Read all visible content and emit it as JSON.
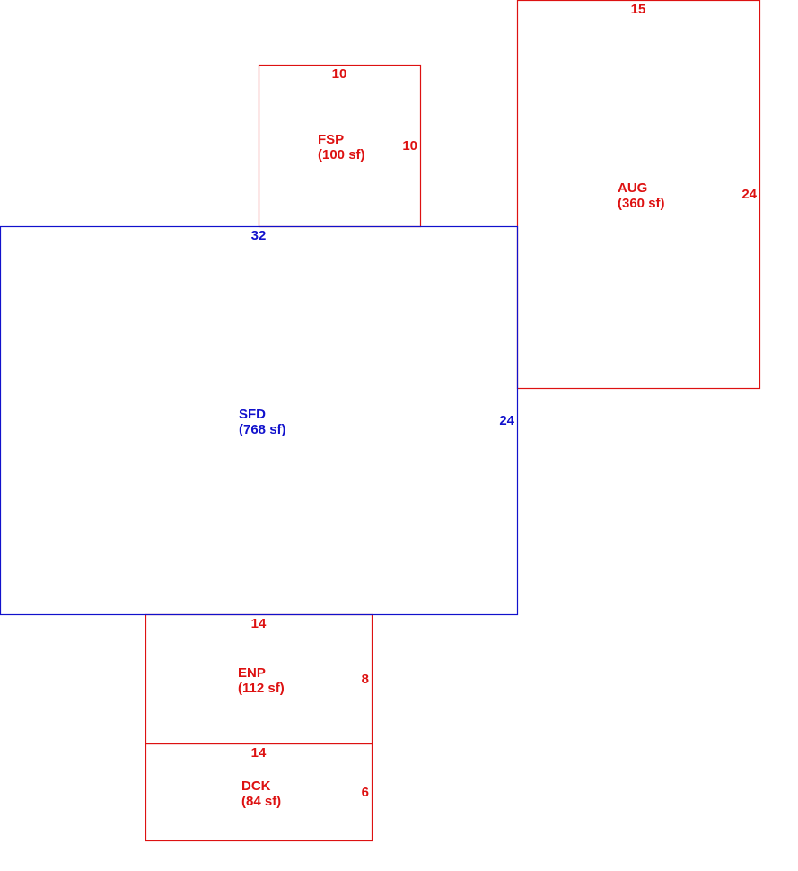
{
  "sections": [
    {
      "code": "FSP",
      "area": "(100 sf)",
      "width_ft": 10,
      "depth_ft": 10,
      "top_dim": "10",
      "side_dim": "10",
      "color": "#dd1111"
    },
    {
      "code": "AUG",
      "area": "(360 sf)",
      "width_ft": 15,
      "depth_ft": 24,
      "top_dim": "15",
      "side_dim": "24",
      "color": "#dd1111"
    },
    {
      "code": "SFD",
      "area": "(768 sf)",
      "width_ft": 32,
      "depth_ft": 24,
      "top_dim": "32",
      "side_dim": "24",
      "color": "#1111cc"
    },
    {
      "code": "ENP",
      "area": "(112 sf)",
      "width_ft": 14,
      "depth_ft": 8,
      "top_dim": "14",
      "side_dim": "8",
      "color": "#dd1111"
    },
    {
      "code": "DCK",
      "area": "(84 sf)",
      "width_ft": 14,
      "depth_ft": 6,
      "top_dim": "14",
      "side_dim": "6",
      "color": "#dd1111"
    }
  ]
}
